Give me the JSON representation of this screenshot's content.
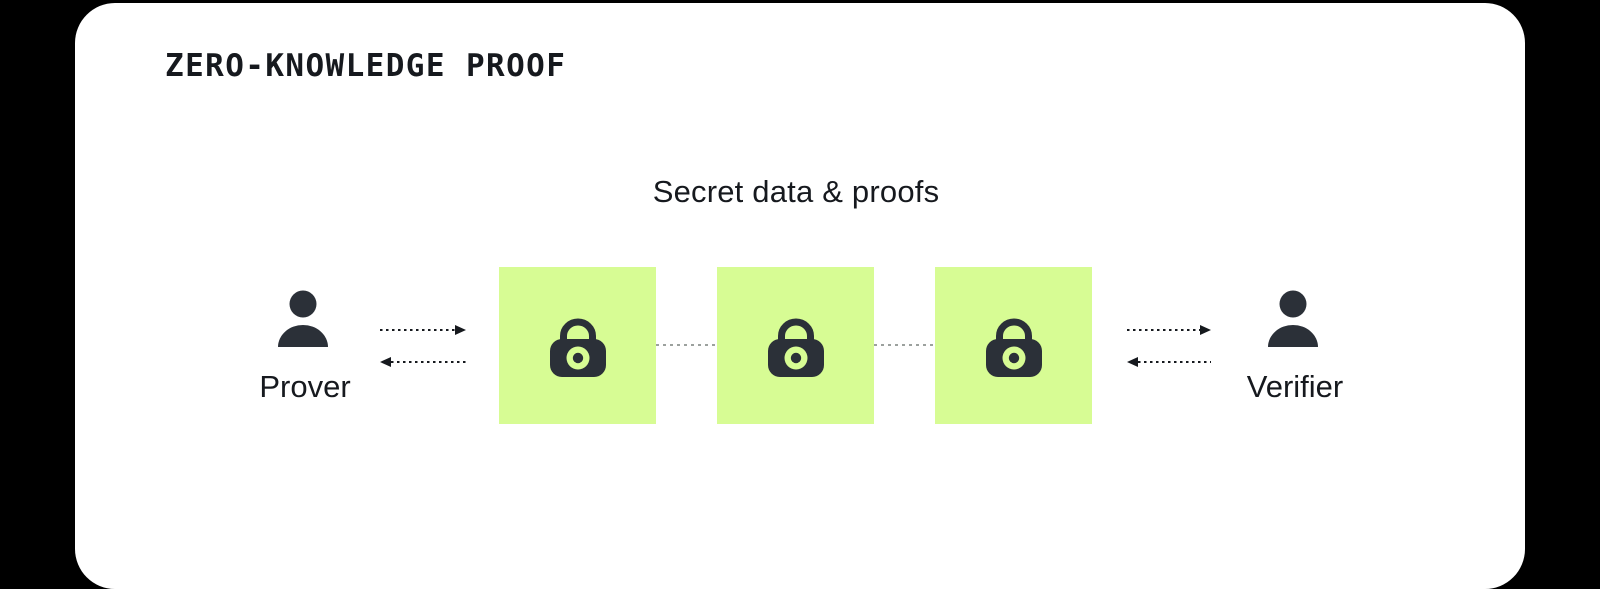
{
  "title": "ZERO-KNOWLEDGE PROOF",
  "flow_label": "Secret data & proofs",
  "prover": {
    "label": "Prover",
    "icon": "person-icon"
  },
  "verifier": {
    "label": "Verifier",
    "icon": "person-icon"
  },
  "locks": [
    {
      "icon": "lock-icon"
    },
    {
      "icon": "lock-icon"
    },
    {
      "icon": "lock-icon"
    }
  ],
  "arrows": {
    "prover_to_locks": "dotted-arrow-right",
    "locks_to_prover": "dotted-arrow-left",
    "locks_to_verifier": "dotted-arrow-right",
    "verifier_to_locks": "dotted-arrow-left"
  },
  "colors": {
    "page-bg": "#000000",
    "card-bg": "#ffffff",
    "tile-green": "#d7fc94",
    "ink": "#16191e",
    "icon-dark": "#2b3038",
    "connector-gray": "#9ca19e"
  }
}
